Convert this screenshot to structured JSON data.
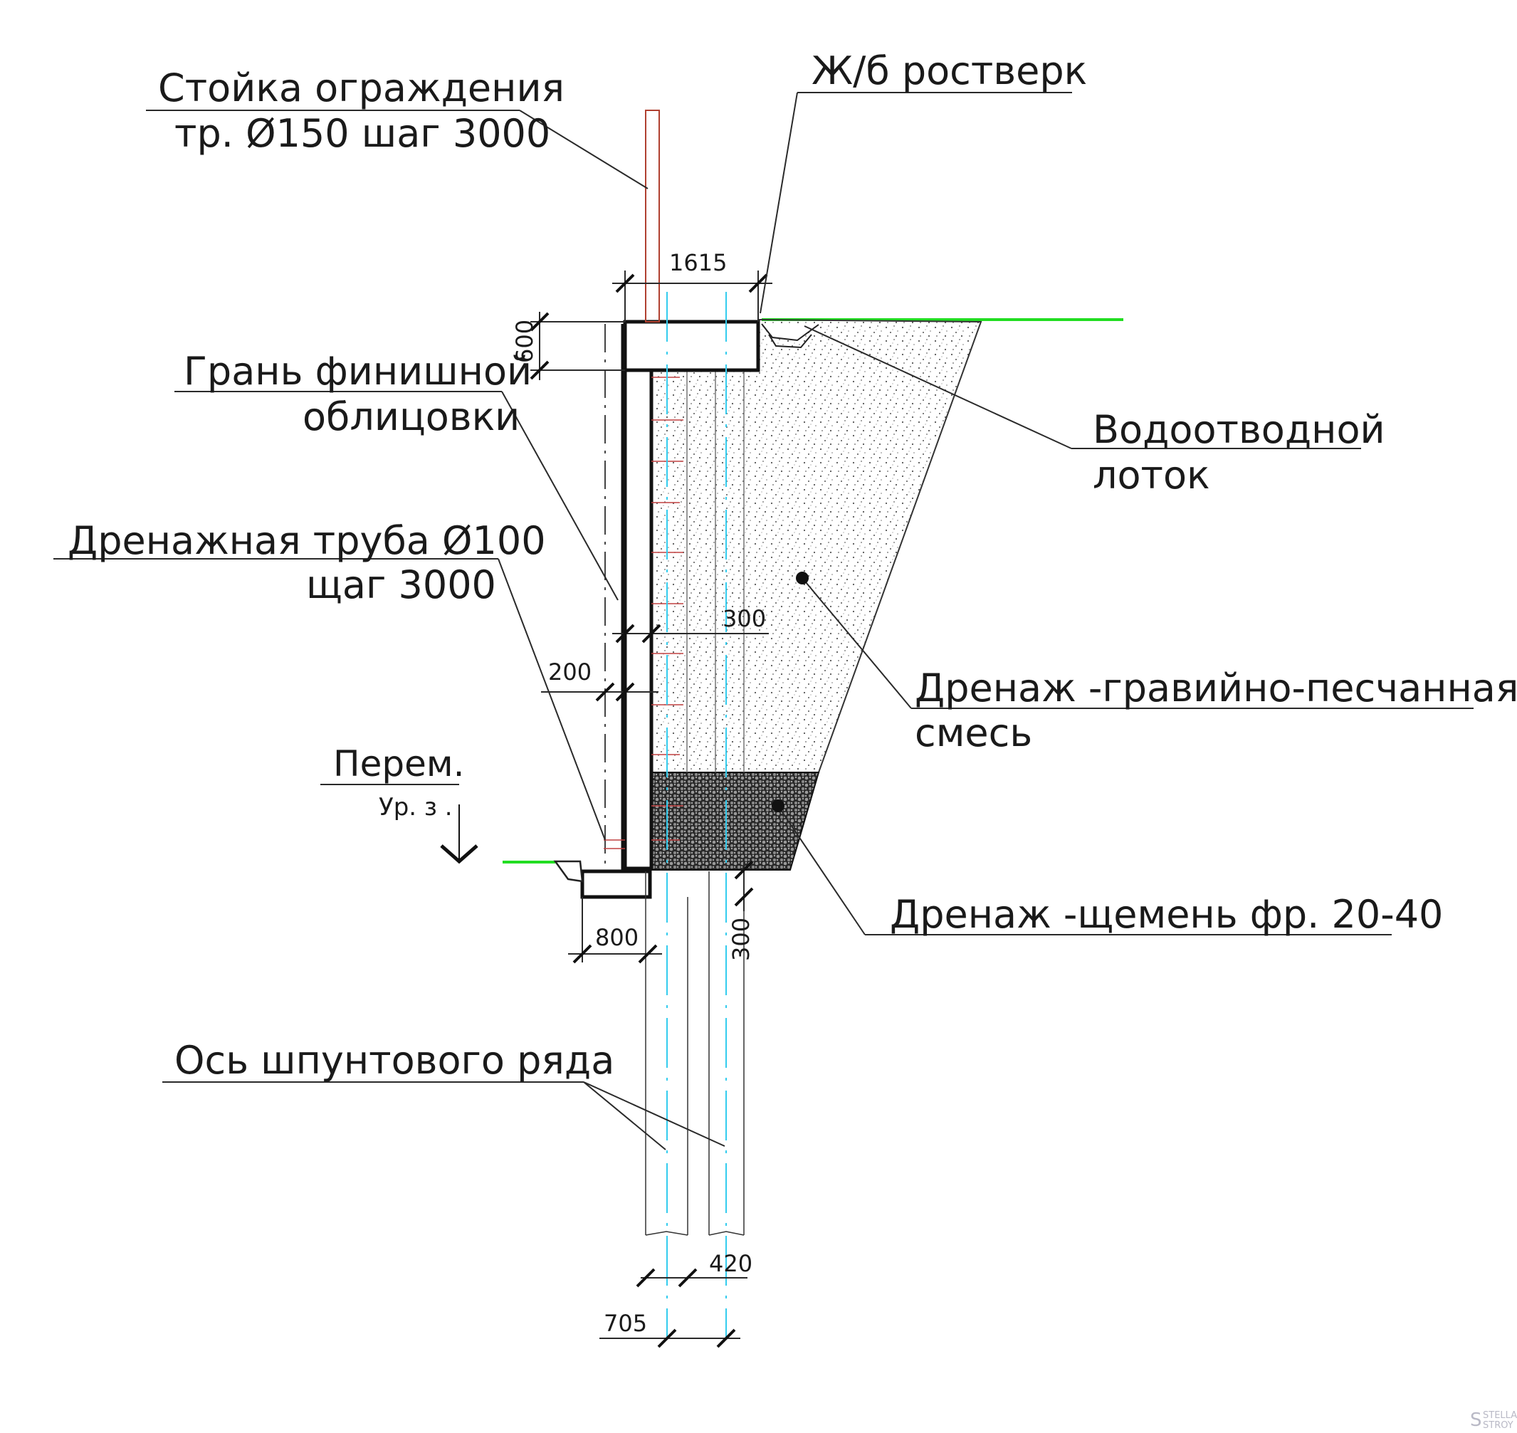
{
  "labels": {
    "post_line1": "Стойка ограждения",
    "post_line2": "тр. Ø150 шаг 3000",
    "grillage": "Ж/б ростверк",
    "facing_line1": "Грань финишной",
    "facing_line2": "облицовки",
    "drain_pipe_line1": "Дренажная труба Ø100",
    "drain_pipe_line2": "щаг 3000",
    "gutter_line1": "Водоотводной",
    "gutter_line2": "лоток",
    "gravel_sand_line1": "Дренаж -гравийно-песчанная",
    "gravel_sand_line2": "смесь",
    "crushed_stone": "Дренаж -щемень фр. 20-40",
    "level_line1": "Перем.",
    "level_line2": "Ур. з .",
    "sheet_pile_axis": "Ось шпунтового ряда"
  },
  "dimensions": {
    "top_width": "1615",
    "cap_height": "600",
    "inner_300": "300",
    "wall_200": "200",
    "footing_800": "800",
    "bottom_300": "300",
    "pile_420": "420",
    "pile_705": "705"
  },
  "watermark": {
    "line1": "STELLA",
    "line2": "STROY"
  },
  "colors": {
    "ground_line": "#22dd22",
    "pile_axis": "#33ccee",
    "post": "#b04030",
    "linework": "#111111"
  }
}
